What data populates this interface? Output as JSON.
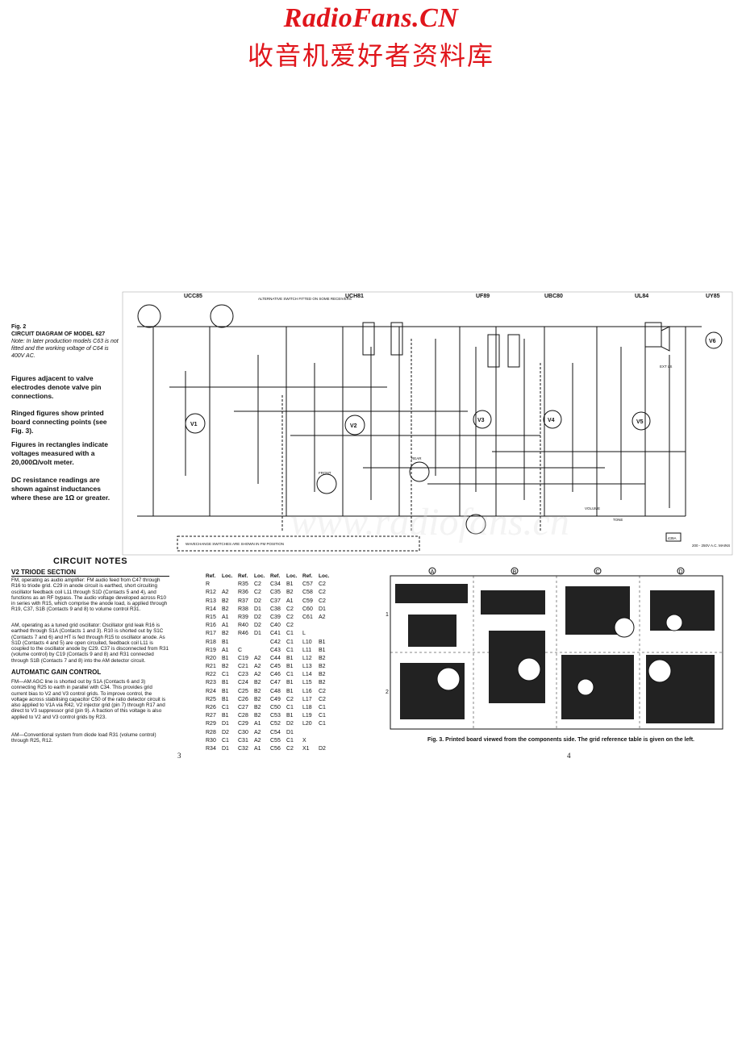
{
  "header": {
    "site_title": "RadioFans.CN",
    "site_subtitle": "收音机爱好者资料库"
  },
  "schematic": {
    "valves": [
      "UCC85",
      "UCH81",
      "UF89",
      "UBC80",
      "UL84",
      "UY85"
    ],
    "valve_refs": [
      "V1",
      "V2",
      "V3",
      "V4",
      "V5",
      "V6"
    ],
    "alt_switch_note": "ALTERNATIVE SWITCH FITTED ON SOME RECEIVERS",
    "wavechange_note": "WAVECHANGE SWITCHES ARE SHOWN IN FM POSITION",
    "volume_label": "VOLUME",
    "tone_label": "TONE",
    "mains_label": "200 - 250V A.C. MAINS",
    "box_label": "439A",
    "front_label": "FRONT",
    "rear_label": "REAR",
    "ext_ls_label": "EXT LS"
  },
  "figure": {
    "fig_label": "Fig. 2",
    "title": "CIRCUIT DIAGRAM OF MODEL 627",
    "note": "Note: In later production models C63 is not fitted and the working voltage of C64 is 400V AC.",
    "legend1": "Figures adjacent to valve electrodes denote valve pin connections.",
    "legend2": "Ringed figures show printed board connecting points (see Fig. 3).",
    "legend3": "Figures in rectangles indicate voltages measured with a 20,000Ω/volt meter.",
    "legend4": "DC resistance readings are shown against inductances where these are 1Ω or greater."
  },
  "notes": {
    "heading": "CIRCUIT NOTES",
    "sub1": "V2 TRIODE SECTION",
    "p1": "FM, operating as audio amplifier: FM audio feed from C47 through R16 to triode grid. C29 in anode circuit is earthed, short circuiting oscillator feedback coil L11 through S1D (Contacts 5 and 4), and functions as an RF bypass. The audio voltage developed across R10 in series with R15, which comprise the anode load, is applied through R19, C37, S1B (Contacts 9 and 8) to volume control R31.",
    "p2": "AM, operating as a tuned grid oscillator: Oscillator grid leak R16 is earthed through S1A (Contacts 1 and 3). R10 is shorted out by S1C (Contacts 7 and 6) and HT is fed through R15 to oscillator anode. As S1D (Contacts 4 and 5) are open circuited, feedback coil L11 is coupled to the oscillator anode by C29. C37 is disconnected from R31 (volume control) by C19 (Contacts 9 and 8) and R31 connected through S1B (Contacts 7 and 8) into the AM detector circuit.",
    "sub2": "AUTOMATIC GAIN CONTROL",
    "p3": "FM—AM AGC line is shorted out by S1A (Contacts 6 and 3) connecting R25 to earth in parallel with C34. This provides grid current bias to V2 and V3 control grids. To improve control, the voltage across stabilising capacitor C50 of the ratio detector circuit is also applied to V1A via R42, V2 injector grid (pin 7) through R17 and direct to V3 suppressor grid (pin 9). A fraction of this voltage is also applied to V2 and V3 control grids by R23.",
    "p4": "AM—Conventional system from diode load R31 (volume control) through R25, R12."
  },
  "grid_table": {
    "headers": [
      "Ref.",
      "Loc.",
      "Ref.",
      "Loc.",
      "Ref.",
      "Loc.",
      "Ref.",
      "Loc."
    ],
    "rows": [
      [
        "R",
        "",
        "R35",
        "C2",
        "C34",
        "B1",
        "C57",
        "C2"
      ],
      [
        "R12",
        "A2",
        "R36",
        "C2",
        "C35",
        "B2",
        "C58",
        "C2"
      ],
      [
        "R13",
        "B2",
        "R37",
        "D2",
        "C37",
        "A1",
        "C59",
        "C2"
      ],
      [
        "R14",
        "B2",
        "R38",
        "D1",
        "C38",
        "C2",
        "C60",
        "D1"
      ],
      [
        "R15",
        "A1",
        "R39",
        "D2",
        "C39",
        "C2",
        "C61",
        "A2"
      ],
      [
        "R16",
        "A1",
        "R40",
        "D2",
        "C40",
        "C2",
        "",
        ""
      ],
      [
        "R17",
        "B2",
        "R46",
        "D1",
        "C41",
        "C1",
        "L",
        ""
      ],
      [
        "R18",
        "B1",
        "",
        "",
        "C42",
        "C1",
        "L10",
        "B1"
      ],
      [
        "R19",
        "A1",
        "C",
        "",
        "C43",
        "C1",
        "L11",
        "B1"
      ],
      [
        "R20",
        "B1",
        "C19",
        "A2",
        "C44",
        "B1",
        "L12",
        "B2"
      ],
      [
        "R21",
        "B2",
        "C21",
        "A2",
        "C45",
        "B1",
        "L13",
        "B2"
      ],
      [
        "R22",
        "C1",
        "C23",
        "A2",
        "C46",
        "C1",
        "L14",
        "B2"
      ],
      [
        "R23",
        "B1",
        "C24",
        "B2",
        "C47",
        "B1",
        "L15",
        "B2"
      ],
      [
        "R24",
        "B1",
        "C25",
        "B2",
        "C48",
        "B1",
        "L16",
        "C2"
      ],
      [
        "R25",
        "B1",
        "C26",
        "B2",
        "C49",
        "C2",
        "L17",
        "C2"
      ],
      [
        "R26",
        "C1",
        "C27",
        "B2",
        "C50",
        "C1",
        "L18",
        "C1"
      ],
      [
        "R27",
        "B1",
        "C28",
        "B2",
        "C53",
        "B1",
        "L19",
        "C1"
      ],
      [
        "R29",
        "D1",
        "C29",
        "A1",
        "C52",
        "D2",
        "L20",
        "C1"
      ],
      [
        "R28",
        "D2",
        "C30",
        "A2",
        "C54",
        "D1",
        "",
        ""
      ],
      [
        "R30",
        "C1",
        "C31",
        "A2",
        "C55",
        "C1",
        "X",
        ""
      ],
      [
        "R34",
        "D1",
        "C32",
        "A1",
        "C56",
        "C2",
        "X1",
        "D2"
      ]
    ]
  },
  "pcb": {
    "grid_letters": [
      "A",
      "B",
      "C",
      "D"
    ],
    "grid_numbers": [
      "1",
      "2"
    ],
    "caption": "Fig. 3. Printed board viewed from the components side. The grid reference table is given on the left."
  },
  "pages": {
    "left": "3",
    "right": "4"
  },
  "watermark": "www.radiofans.cn"
}
